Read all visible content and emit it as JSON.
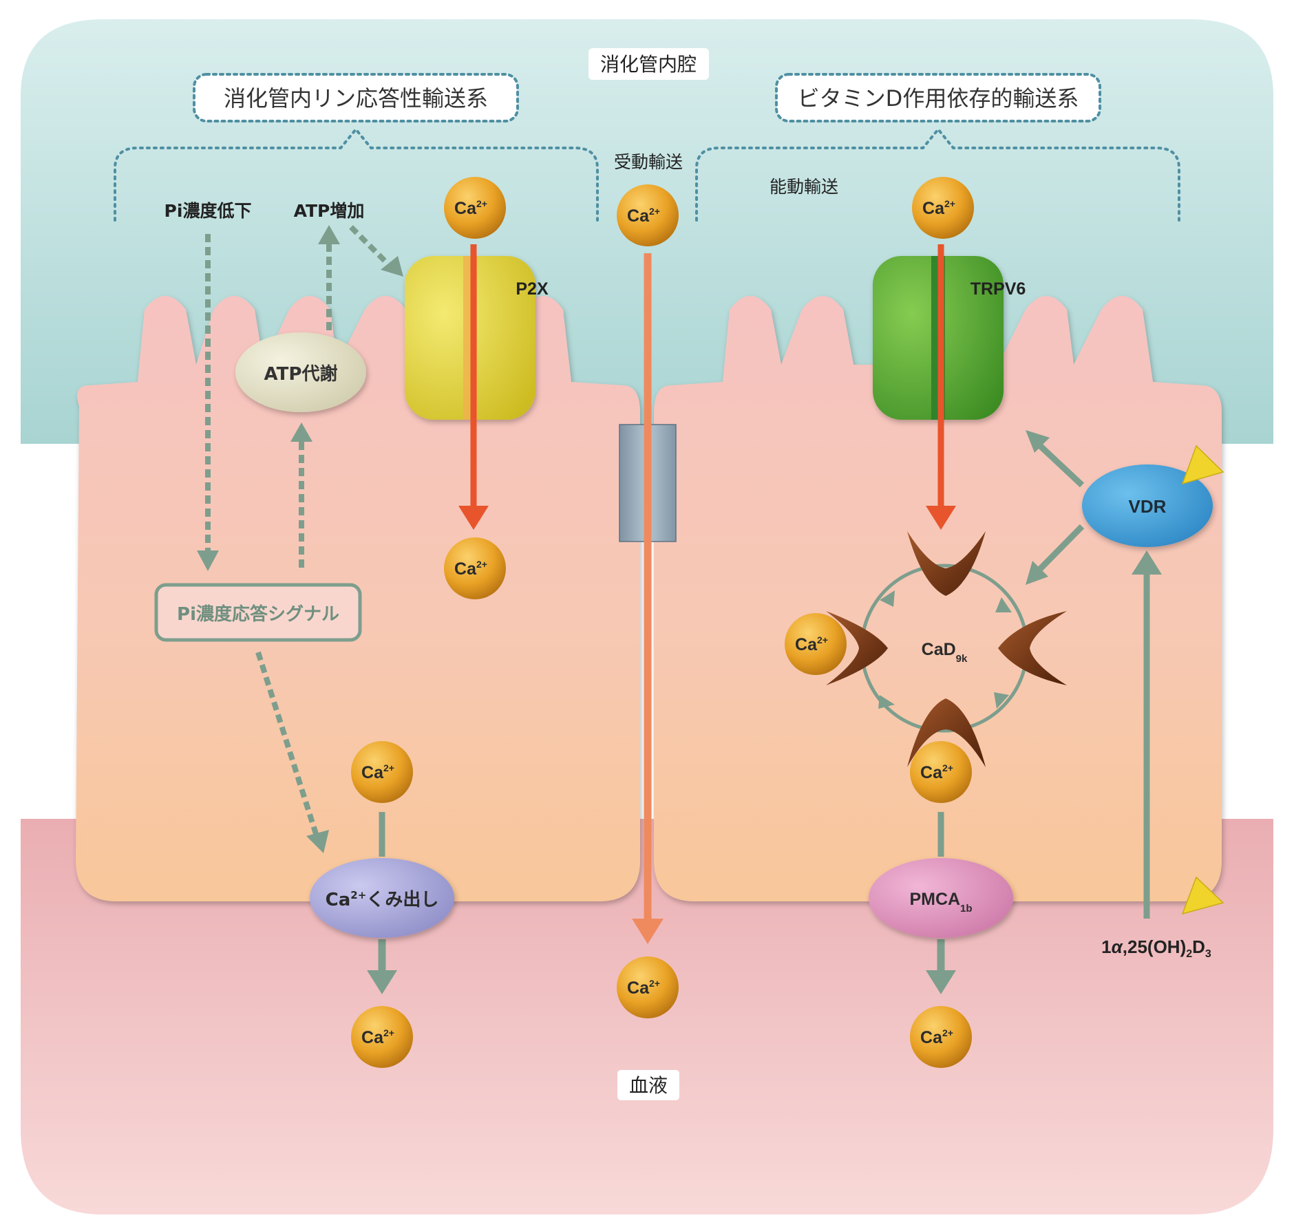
{
  "regions": {
    "lumen": "消化管内腔",
    "blood": "血液"
  },
  "systems": {
    "pi_responsive": "消化管内リン応答性輸送系",
    "vitd_dependent": "ビタミンD作用依存的輸送系"
  },
  "transport": {
    "passive": "受動輸送",
    "active": "能動輸送"
  },
  "left_cell": {
    "pi_decrease": "Pi濃度低下",
    "atp_increase": "ATP増加",
    "atp_metabolism": "ATP代謝",
    "p2x": "P2X",
    "pi_signal": "Pi濃度応答シグナル",
    "pump_prefix": "Ca",
    "pump_sup": "2+",
    "pump_suffix": "くみ出し"
  },
  "right_cell": {
    "trpv6": "TRPV6",
    "vdr": "VDR",
    "cad_main": "CaD",
    "cad_sub": "9k",
    "pmca_main": "PMCA",
    "pmca_sub": "1b"
  },
  "hormone": {
    "prefix": "1",
    "alpha": "α",
    "mid": ",25(OH)",
    "sub1": "2",
    "d": "D",
    "sub2": "3"
  },
  "ion": {
    "main": "Ca",
    "sup": "2+"
  },
  "colors": {
    "lumen_bg": "#cde8e6",
    "blood_bg": "#f0bfc2",
    "cell_top": "#f6c6c2",
    "cell_bottom": "#f7c89d",
    "calcium": "#e9a225",
    "p2x": "#e3d43a",
    "trpv6": "#5cae34",
    "vdr": "#3b9ed8",
    "pmca": "#e094be",
    "pump": "#a9a8d8",
    "atp_metabolism": "#e6e3c8",
    "cad": "#7a3a15",
    "flow_arrow": "#e8542b",
    "passive_arrow": "#ef8a5f",
    "signal": "#7d9e8d",
    "dotted_brace": "#4f8fa2",
    "tight_junction": "#9fb2c0",
    "ligand": "#f0d42b"
  }
}
